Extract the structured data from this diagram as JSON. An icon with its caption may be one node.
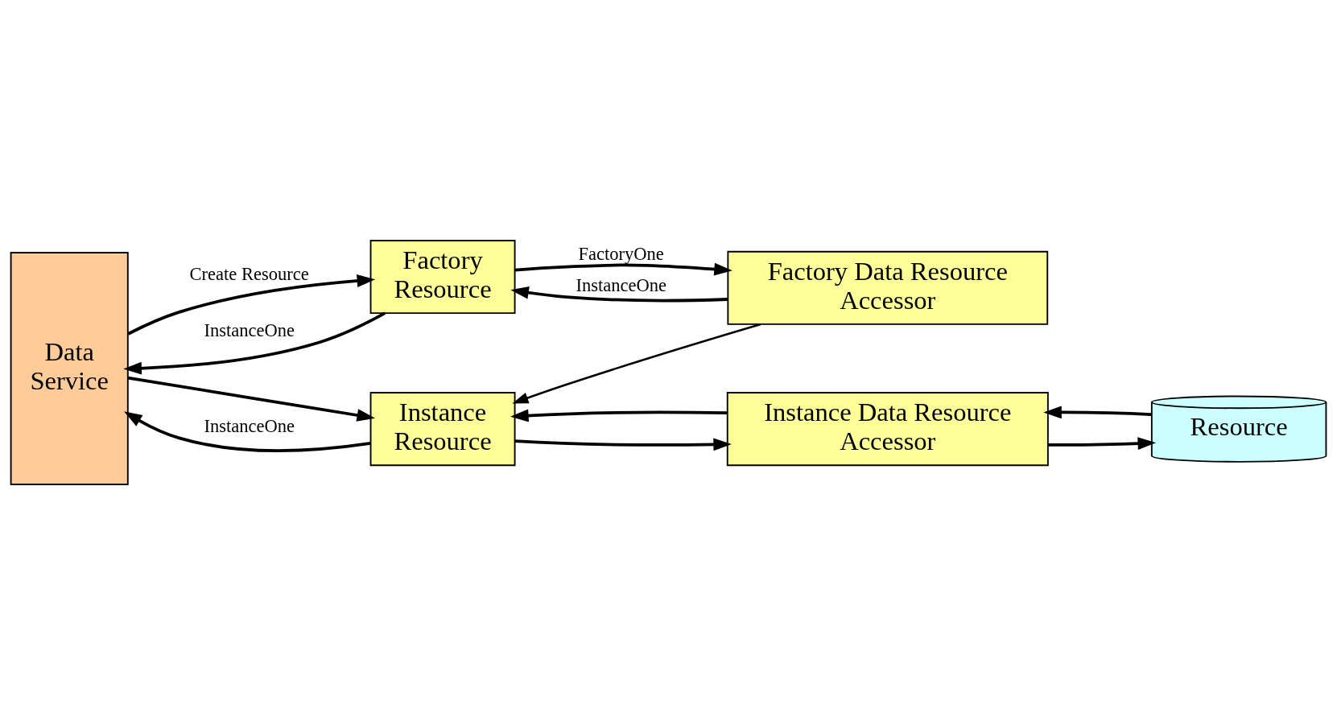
{
  "diagram": {
    "nodes": [
      {
        "text": [
          "Data Service"
        ]
      },
      {
        "text": [
          "Factory Resource"
        ]
      },
      {
        "text": [
          "Factory Data Resource Accessor"
        ]
      },
      {
        "text": [
          "Instance Resource"
        ]
      },
      {
        "text": [
          "Instance Data Resource Accessor"
        ]
      },
      {
        "text": [
          "Resource"
        ]
      }
    ],
    "edges": [
      {
        "from": 0,
        "to": 1,
        "arrow": "to",
        "label": "Create Resource"
      },
      {
        "from": 1,
        "to": 2,
        "arrow": "to",
        "label": "FactoryOne"
      },
      {
        "from": 2,
        "to": 1,
        "arrow": "to",
        "label": "InstanceOne"
      },
      {
        "from": 1,
        "to": 0,
        "arrow": "to",
        "label": "InstanceOne"
      },
      {
        "from": 2,
        "to": 3,
        "arrow": "to"
      },
      {
        "from": 0,
        "to": 3,
        "arrow": "to"
      },
      {
        "from": 3,
        "to": 4,
        "arrow": "to"
      },
      {
        "from": 4,
        "to": 3,
        "arrow": "to"
      },
      {
        "from": 3,
        "to": 0,
        "arrow": "to",
        "label": "InstanceOne"
      },
      {
        "from": 4,
        "to": 5,
        "arrow": "to"
      },
      {
        "from": 5,
        "to": 4,
        "arrow": "to"
      }
    ]
  }
}
